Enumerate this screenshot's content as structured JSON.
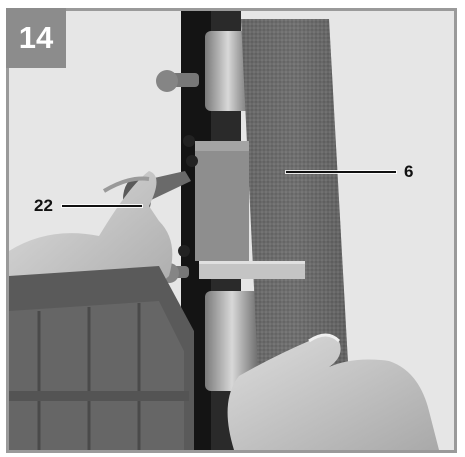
{
  "figure": {
    "number": "14",
    "callouts": [
      {
        "label": "6"
      },
      {
        "label": "22"
      }
    ]
  },
  "colors": {
    "frame_border": "#9a9a9a",
    "badge_background": "#8c8c8c",
    "callout_text": "#111111"
  }
}
